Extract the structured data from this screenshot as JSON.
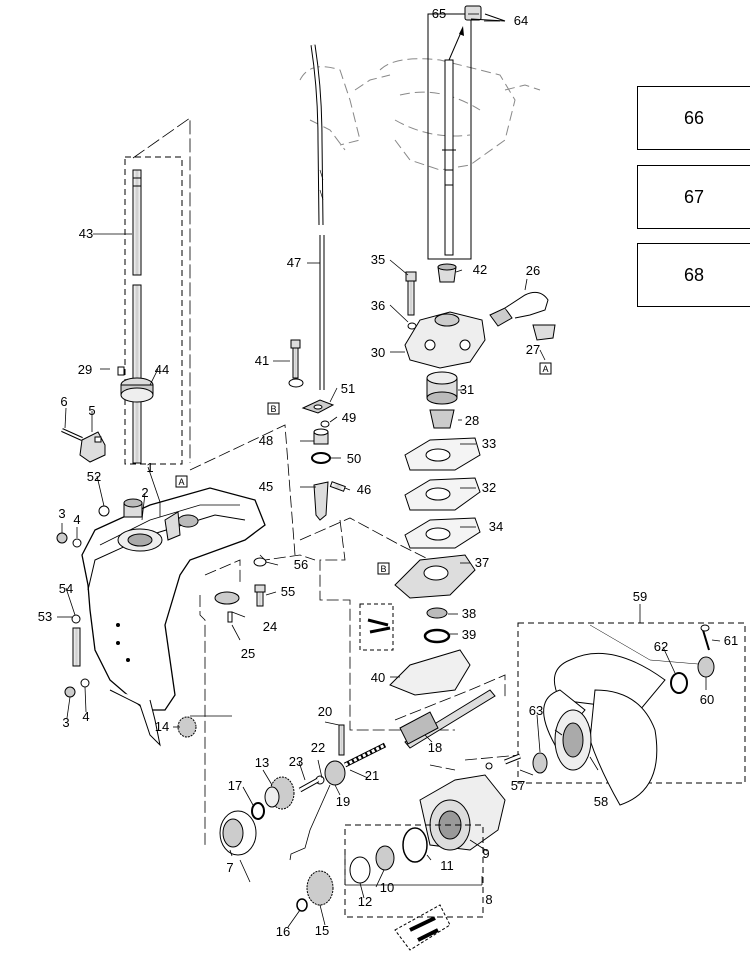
{
  "boxes": [
    "66",
    "67",
    "68"
  ],
  "labels": {
    "l1": "1",
    "l2": "2",
    "l3a": "3",
    "l3b": "3",
    "l4a": "4",
    "l4b": "4",
    "l5": "5",
    "l6": "6",
    "l7": "7",
    "l8": "8",
    "l9": "9",
    "l10": "10",
    "l11": "11",
    "l12": "12",
    "l13": "13",
    "l14": "14",
    "l15": "15",
    "l16": "16",
    "l17": "17",
    "l18": "18",
    "l19": "19",
    "l20": "20",
    "l21": "21",
    "l22": "22",
    "l23": "23",
    "l24": "24",
    "l25": "25",
    "l26": "26",
    "l27": "27",
    "l28": "28",
    "l29": "29",
    "l30": "30",
    "l31": "31",
    "l32": "32",
    "l33": "33",
    "l34": "34",
    "l35": "35",
    "l36": "36",
    "l37": "37",
    "l38": "38",
    "l39": "39",
    "l40": "40",
    "l41": "41",
    "l42": "42",
    "l43": "43",
    "l44": "44",
    "l45": "45",
    "l46": "46",
    "l47": "47",
    "l48": "48",
    "l49": "49",
    "l50": "50",
    "l51": "51",
    "l52": "52",
    "l53": "53",
    "l54": "54",
    "l55": "55",
    "l56": "56",
    "l57": "57",
    "l58": "58",
    "l59": "59",
    "l60": "60",
    "l61": "61",
    "l62": "62",
    "l63": "63",
    "l64": "64",
    "l65": "65"
  },
  "refs": {
    "a1": "A",
    "a2": "A",
    "b1": "B",
    "b2": "B"
  }
}
